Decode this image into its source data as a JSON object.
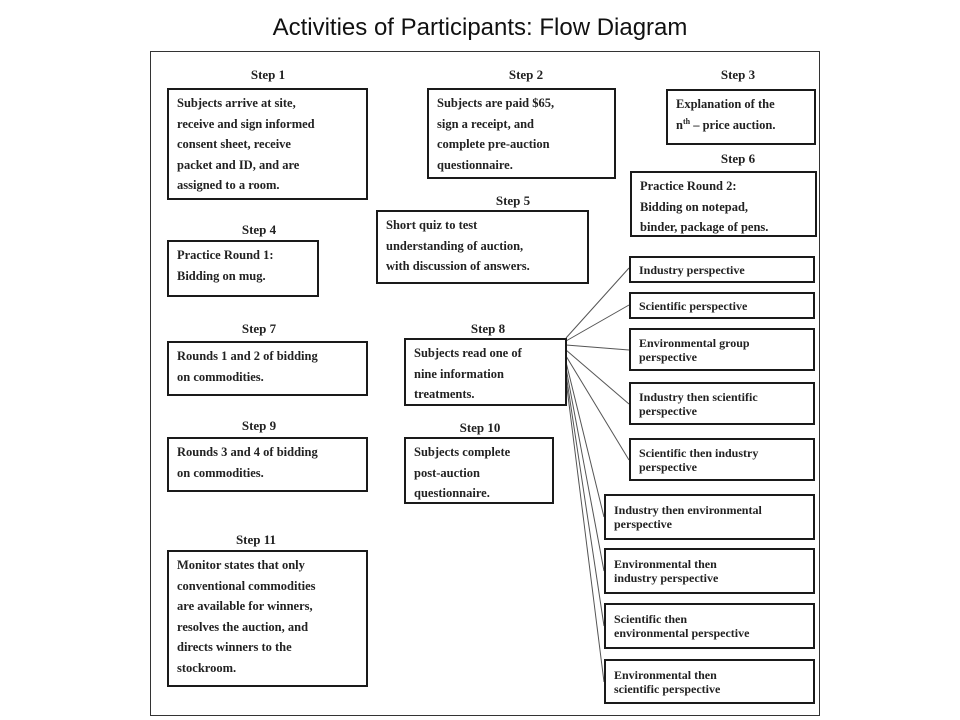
{
  "title": "Activities of Participants: Flow Diagram",
  "steps": {
    "s1": {
      "label": "Step 1",
      "text": "Subjects arrive at site,\nreceive and sign informed\nconsent sheet, receive\npacket and ID, and are\nassigned to a room."
    },
    "s2": {
      "label": "Step 2",
      "text": "Subjects are paid $65,\nsign a receipt, and\ncomplete pre-auction\nquestionnaire."
    },
    "s3": {
      "label": "Step 3",
      "line1": "Explanation of the",
      "sup_base": "n",
      "sup": "th",
      "line2_rest": " – price auction."
    },
    "s4": {
      "label": "Step 4",
      "text": "Practice Round 1:\nBidding on mug."
    },
    "s5": {
      "label": "Step 5",
      "text": "Short quiz to test\nunderstanding of auction,\nwith discussion of answers."
    },
    "s6": {
      "label": "Step 6",
      "text": "Practice Round 2:\nBidding on notepad,\nbinder, package of pens."
    },
    "s7": {
      "label": "Step 7",
      "text": "Rounds 1 and 2 of bidding\non commodities."
    },
    "s8": {
      "label": "Step 8",
      "text": "Subjects read one of\nnine information\ntreatments."
    },
    "s9": {
      "label": "Step 9",
      "text": "Rounds 3 and 4 of bidding\non commodities."
    },
    "s10": {
      "label": "Step 10",
      "text": "Subjects complete\npost-auction\nquestionnaire."
    },
    "s11": {
      "label": "Step 11",
      "text": "Monitor states that only\nconventional commodities\nare available for winners,\nresolves the auction, and\ndirects winners to the\nstockroom."
    }
  },
  "treatments": [
    "Industry perspective",
    "Scientific perspective",
    "Environmental group\nperspective",
    "Industry then scientific\nperspective",
    "Scientific then industry\nperspective",
    "Industry then environmental\nperspective",
    "Environmental then\nindustry perspective",
    "Scientific then\nenvironmental perspective",
    "Environmental then\nscientific perspective"
  ]
}
